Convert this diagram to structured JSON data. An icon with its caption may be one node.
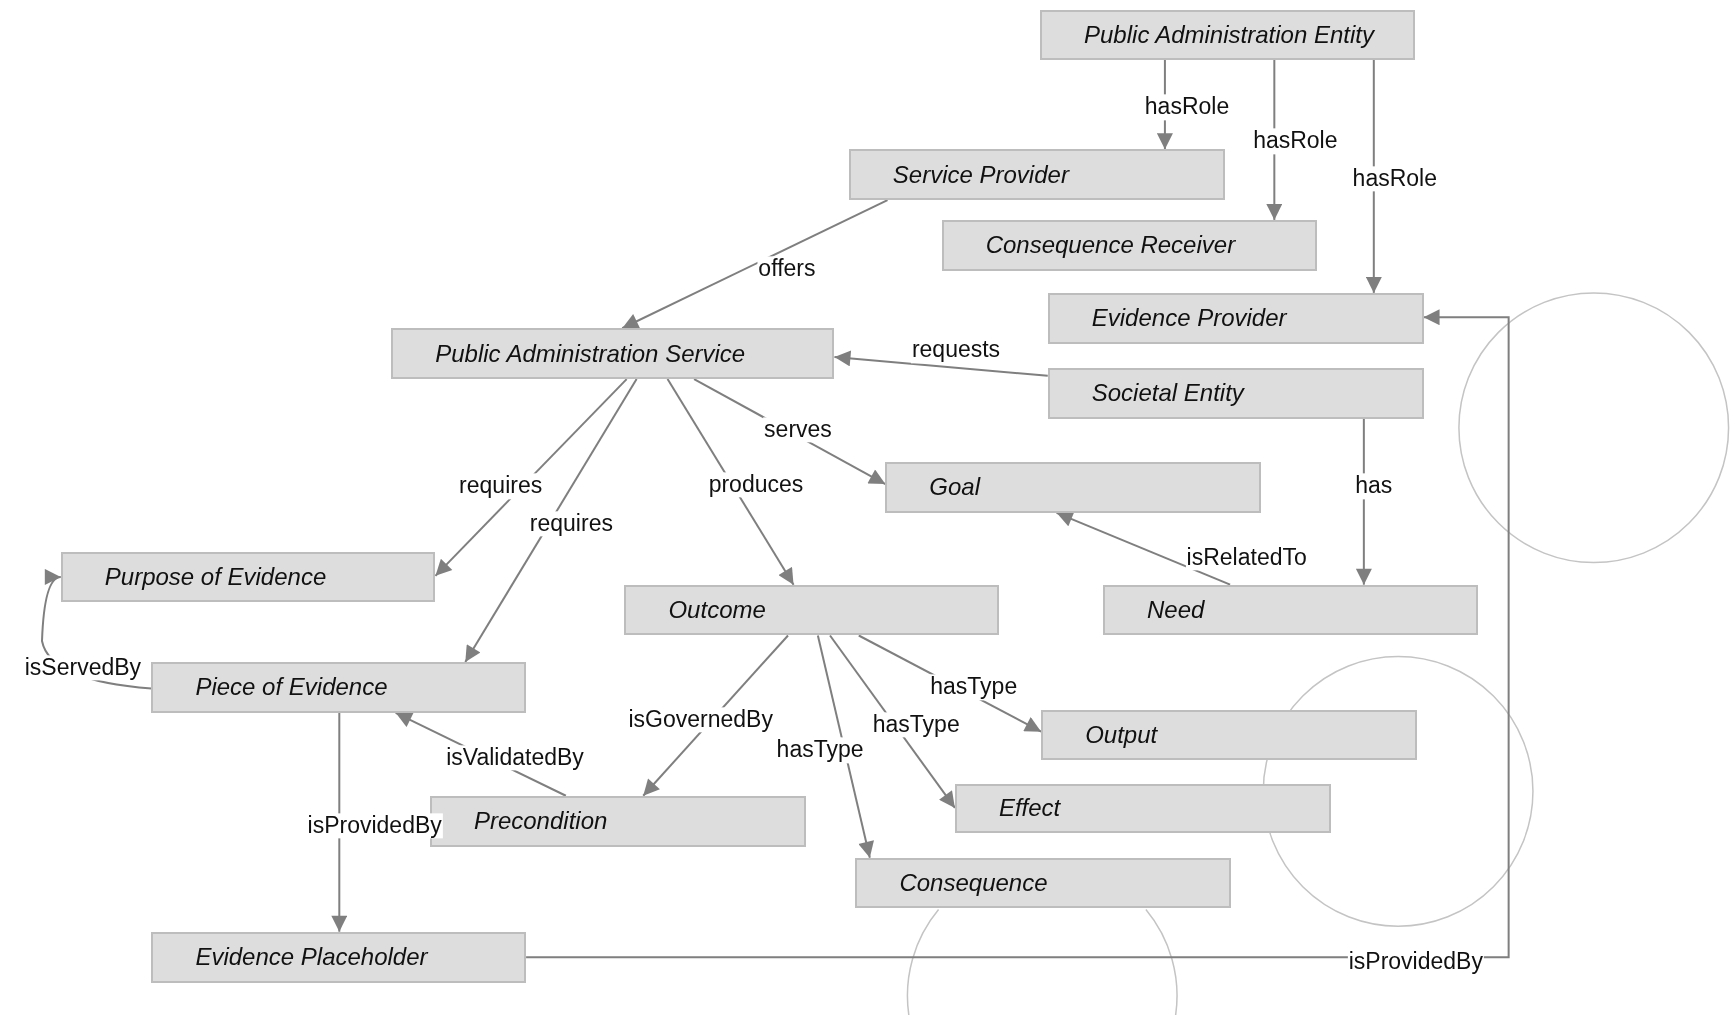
{
  "diagram": {
    "nodes": [
      {
        "text": [
          "Public Administration Entity"
        ]
      },
      {
        "text": [
          "Service Provider"
        ]
      },
      {
        "text": [
          "Consequence Receiver"
        ]
      },
      {
        "text": [
          "Evidence Provider"
        ]
      },
      {
        "text": [
          "Public Administration Service"
        ]
      },
      {
        "text": [
          "Societal Entity"
        ]
      },
      {
        "text": [
          "Goal"
        ]
      },
      {
        "text": [
          "Purpose of Evidence"
        ]
      },
      {
        "text": [
          "Outcome"
        ]
      },
      {
        "text": [
          "Need"
        ]
      },
      {
        "text": [
          "Piece of Evidence"
        ]
      },
      {
        "text": [
          "Output"
        ]
      },
      {
        "text": [
          "Effect"
        ]
      },
      {
        "text": [
          "Precondition"
        ]
      },
      {
        "text": [
          "Consequence"
        ]
      },
      {
        "text": [
          "Evidence Placeholder"
        ]
      }
    ],
    "edges": [
      {
        "from": 0,
        "to": 1,
        "arrow": "to",
        "label": "hasRole"
      },
      {
        "from": 0,
        "to": 2,
        "arrow": "to",
        "label": "hasRole"
      },
      {
        "from": 0,
        "to": 3,
        "arrow": "to",
        "label": "hasRole"
      },
      {
        "from": 1,
        "to": 4,
        "arrow": "to",
        "label": "offers"
      },
      {
        "from": 5,
        "to": 4,
        "arrow": "to",
        "label": "requests"
      },
      {
        "from": 4,
        "to": 6,
        "arrow": "to",
        "label": "serves"
      },
      {
        "from": 4,
        "to": 7,
        "arrow": "to",
        "label": "requires"
      },
      {
        "from": 4,
        "to": 10,
        "arrow": "to",
        "label": "requires"
      },
      {
        "from": 4,
        "to": 8,
        "arrow": "to",
        "label": "produces"
      },
      {
        "from": 5,
        "to": 9,
        "arrow": "to",
        "label": "has"
      },
      {
        "from": 9,
        "to": 6,
        "arrow": "to",
        "label": "isRelatedTo"
      },
      {
        "from": 10,
        "to": 7,
        "arrow": "to",
        "label": "isServedBy"
      },
      {
        "from": 8,
        "to": 13,
        "arrow": "to",
        "label": "isGovernedBy"
      },
      {
        "from": 8,
        "to": 14,
        "arrow": "to",
        "label": "hasType"
      },
      {
        "from": 8,
        "to": 12,
        "arrow": "to",
        "label": "hasType"
      },
      {
        "from": 8,
        "to": 11,
        "arrow": "to",
        "label": "hasType"
      },
      {
        "from": 13,
        "to": 10,
        "arrow": "to",
        "label": "isValidatedBy"
      },
      {
        "from": 10,
        "to": 15,
        "arrow": "to",
        "label": "isProvidedBy"
      },
      {
        "from": 15,
        "to": 3,
        "arrow": "to",
        "label": "isProvidedBy"
      }
    ]
  }
}
